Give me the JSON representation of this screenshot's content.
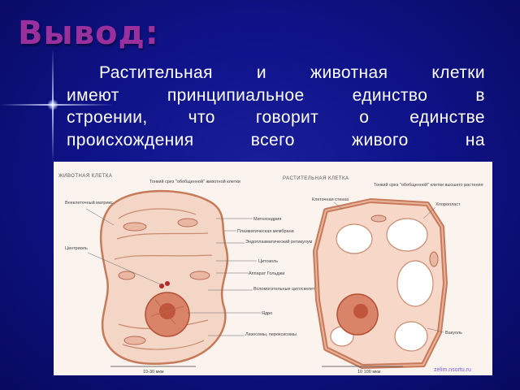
{
  "slide": {
    "title": "Вывод:",
    "paragraph_lines": [
      "Растительная и животная клетки",
      "имеют принципиальное единство в",
      "строении, что говорит о единстве",
      "происхождения всего живого на"
    ]
  },
  "figure": {
    "animal_header": "ЖИВОТНАЯ КЛЕТКА",
    "animal_subheader": "Тонкий срез \"обобщенной\" животной клетки",
    "plant_header": "РАСТИТЕЛЬНАЯ КЛЕТКА",
    "plant_subheader": "Тонкий срез \"обобщенной\" клетки высшего растения",
    "left_labels": {
      "matrix": "Внеклеточный матрикс",
      "centriole": "Центриоль"
    },
    "center_labels": [
      "Митохондрия",
      "Плазматическая мембрана",
      "Эндоплазматический ретикулум",
      "Цитозоль",
      "Аппарат Гольджи",
      "Вспомогательные цитоскелета",
      "Ядро",
      "Лизосомы, пероксисомы"
    ],
    "right_labels": {
      "cell_wall": "Клеточная стенка",
      "chloroplast": "Хлоропласт",
      "vacuole": "Вакуоль"
    },
    "scale_animal": "10-30 мкм",
    "scale_plant": "10     100 мкм",
    "watermark": "zelim.nsortu.ru"
  }
}
